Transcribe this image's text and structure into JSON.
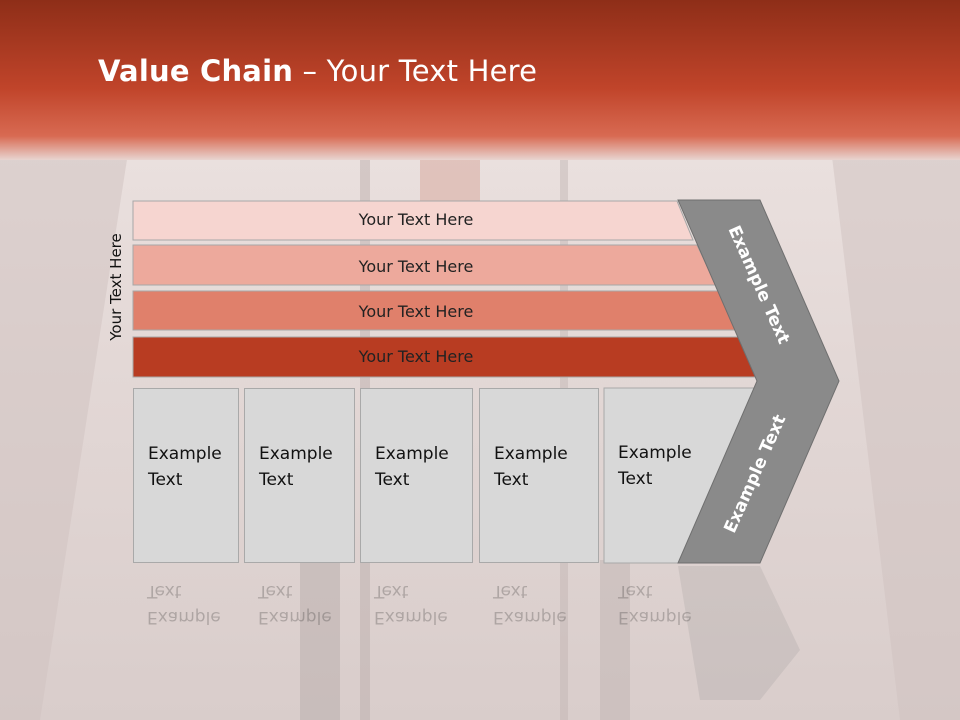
{
  "title": {
    "bold": "Value Chain",
    "rest": " – Your Text Here"
  },
  "side_label": "Your Text Here",
  "bars": [
    {
      "label": "Your Text Here",
      "color": "#f6d5d0"
    },
    {
      "label": "Your Text Here",
      "color": "#eda99c"
    },
    {
      "label": "Your Text Here",
      "color": "#e0806b"
    },
    {
      "label": "Your Text Here",
      "color": "#b83c22"
    }
  ],
  "boxes": [
    {
      "label": "Example\nText"
    },
    {
      "label": "Example\nText"
    },
    {
      "label": "Example\nText"
    },
    {
      "label": "Example\nText"
    },
    {
      "label": "Example\nText"
    }
  ],
  "chevron": {
    "top_label": "Example Text",
    "bottom_label": "Example Text",
    "color": "#8a8a8a"
  },
  "colors": {
    "header": "#c0442a",
    "background": "#e6dcda"
  }
}
